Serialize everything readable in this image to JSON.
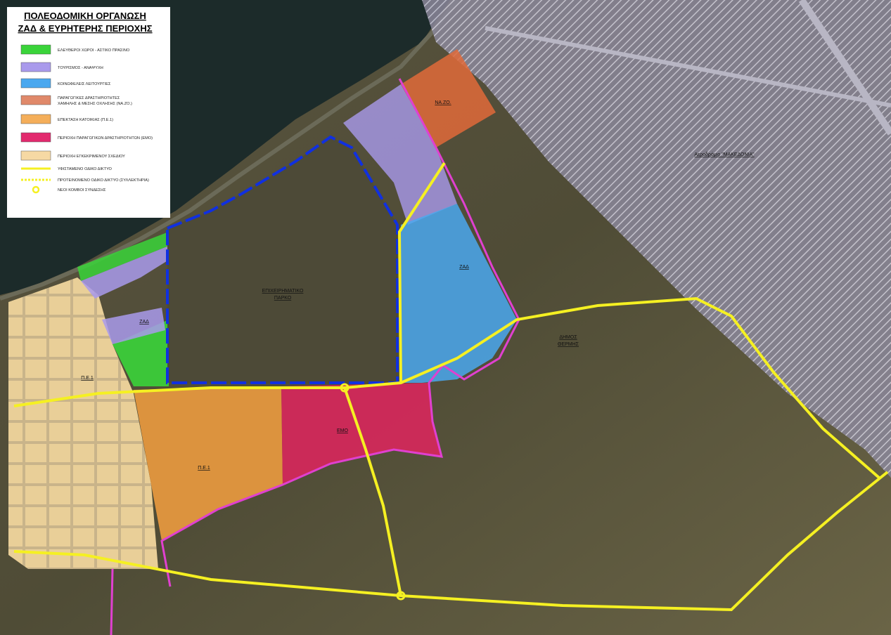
{
  "legend": {
    "title_line1": "ΠΟΛΕΟΔΟΜΙΚΗ ΟΡΓΑΝΩΣΗ",
    "title_line2": "ΖΑΔ & ΕΥΡΗΤΕΡΗΣ ΠΕΡΙΟΧΗΣ",
    "items": [
      {
        "label": "ΕΛΕΥΘΕΡΟΙ ΧΩΡΟΙ - ΑΣΤΙΚΟ ΠΡΑΣΙΝΟ",
        "color": "#3ad43a"
      },
      {
        "label": "ΤΟΥΡΙΣΜΟΣ - ΑΝΑΨΥΧΗ",
        "color": "#a99aec"
      },
      {
        "label": "ΚΟΙΝΩΦΕΛΕΙΣ ΛΕΙΤΟΥΡΓΙΕΣ",
        "color": "#4aa8ef"
      },
      {
        "label": "ΠΑΡΑΓΩΓΙΚΕΣ ΔΡΑΣΤΗΡΙΟΤΗΤΕΣ",
        "label2": "ΧΑΜΗΛΗΣ & ΜΕΣΗΣ ΟΧΛΗΣΗΣ (ΝΑ.ΖΟ.)",
        "color": "#e0896a"
      },
      {
        "label": "ΕΠΕΚΤΑΣΗ ΚΑΤΟΙΚΙΑΣ (Π.Ε.1)",
        "color": "#f4ae5a"
      },
      {
        "label": "ΠΕΡΙΟΧΗ ΠΑΡΑΓΩΓΙΚΩΝ ΔΡΑΣΤΗΡΙΟΤΗΤΩΝ (ΕΜΟ)",
        "color": "#e22a6e"
      },
      {
        "label": "ΠΕΡΙΟΧΗ ΕΓΚΕΚΡΙΜΕΝΟΥ ΣΧΕΔΙΟΥ",
        "color": "#f6d9a4"
      },
      {
        "label": "ΥΦΙΣΤΑΜΕΝΟ ΟΔΙΚΟ ΔΙΚΤΥΟ",
        "color": "#f5f022"
      },
      {
        "label": "ΠΡΟΤΕΙΝΟΜΕΝΟ ΟΔΙΚΟ ΔΙΚΤΥΟ (ΣΥΛΛΕΚΤΗΡΙΑ)",
        "color": "#f5f022"
      },
      {
        "label": "ΝΕΟΙ ΚΟΜΒΟΙ ΣΥΝΔΕΣΗΣ",
        "color": "#f5f022"
      }
    ]
  },
  "zones": {
    "naz": "ΝΑ.ΖΟ.",
    "airport": "Αεροδρόμιο \"ΜΑΚΕΔΟΝΙΑ\"",
    "zad_east": "ΖΑΔ",
    "zad_west": "ΖΑΔ",
    "business_park_1": "ΕΠΙΧΕΙΡΗΜΑΤΙΚΟ",
    "business_park_2": "ΠΑΡΚΟ",
    "municipality_1": "ΔΗΜΟΣ",
    "municipality_2": "ΘΕΡΜΗΣ",
    "pe1_west": "Π.Ε.1",
    "pe1_center": "Π.Ε.1",
    "emo": "ΕΜΟ"
  },
  "colors": {
    "sea": "#1c2b2a",
    "land": "#55503a",
    "green_zone": "#3ad43a",
    "tourism": "#a99aec",
    "public_use": "#4aa8ef",
    "naz_zone": "#e06a3a",
    "housing_extension": "#f4a040",
    "emo_zone": "#e0245e",
    "approved_plan": "#f6d9a4",
    "road": "#f5f022",
    "boundary_magenta": "#e040d0",
    "boundary_blue": "#1030e0"
  }
}
